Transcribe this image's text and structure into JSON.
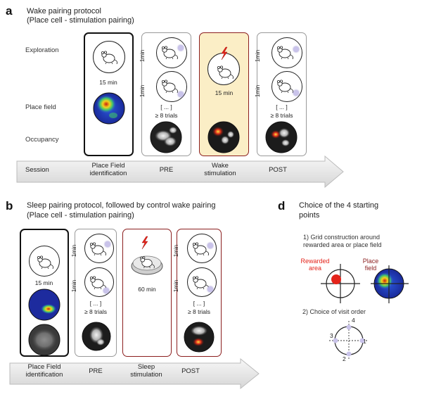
{
  "panel_a": {
    "letter": "a",
    "title": "Wake pairing protocol",
    "subtitle": "(Place cell - stimulation pairing)",
    "row_labels": [
      "Exploration",
      "Place field",
      "Occupancy"
    ],
    "session_label": "Session",
    "sessions": [
      "Place Field identification",
      "PRE",
      "Wake stimulation",
      "POST"
    ],
    "duration_15": "15 min",
    "duration_1": "1min",
    "trials_ellipsis": "[ ... ]",
    "trials": "≥ 8 trials"
  },
  "panel_b": {
    "letter": "b",
    "title": "Sleep pairing protocol, followed by control wake pairing",
    "subtitle": "(Place cell - stimulation pairing)",
    "sessions": [
      "Place Field identification",
      "PRE",
      "Sleep stimulation",
      "POST"
    ],
    "duration_15": "15 min",
    "duration_60": "60 min",
    "duration_1": "1min",
    "trials_ellipsis": "[ ... ]",
    "trials": "≥ 8 trials"
  },
  "panel_d": {
    "letter": "d",
    "title": "Choice of the 4 starting",
    "title2": "points",
    "step1": "1) Grid construction around",
    "step1b": "rewarded area or place field",
    "rewarded_area": "Rewarded area",
    "place_field": "Place field",
    "step2": "2) Choice of visit order",
    "order_labels": [
      "1",
      "2",
      "3",
      "4"
    ]
  },
  "colors": {
    "wake_fill": "#fbeec6",
    "stim_border": "#8b1e1e",
    "reward_red": "#e4231a",
    "visit_dot": "#c9c3ea",
    "heat_hot": "#d62718",
    "heat_cold": "#1d2fb0"
  }
}
